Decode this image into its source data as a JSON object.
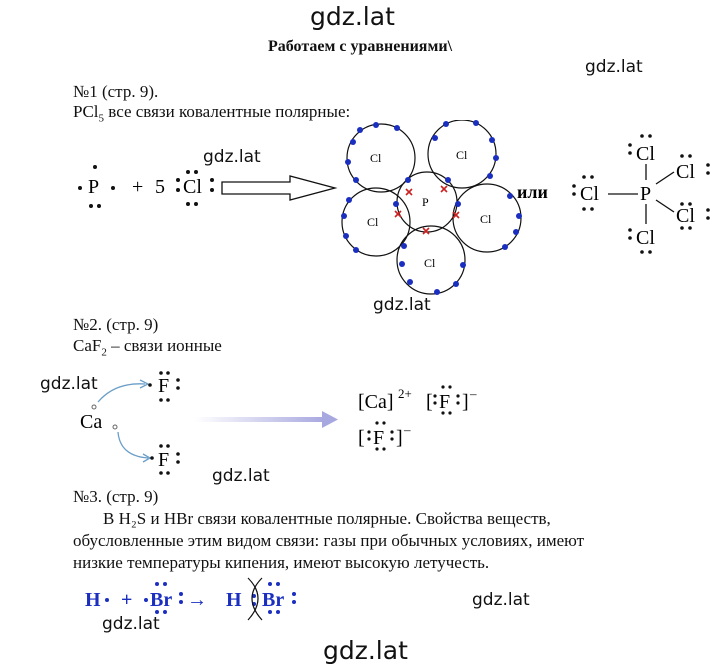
{
  "watermarks": {
    "top": "gdz.lat",
    "right_top": "gdz.lat",
    "eq1": "gdz.lat",
    "mid": "gdz.lat",
    "left_caf": "gdz.lat",
    "caf_bottom": "gdz.lat",
    "right_h": "gdz.lat",
    "left_bottom": "gdz.lat",
    "bottom": "gdz.lat"
  },
  "title": "Работаем с уравнениями\\",
  "task1": {
    "heading": "№1 (стр. 9).",
    "text_pre": "PCl",
    "text_sub": "5",
    "text_post": " все связи ковалентные полярные:",
    "eq": {
      "p": "P",
      "plus": "+",
      "coef": "5",
      "cl": "Cl",
      "center_atom": "P",
      "ring_atom": "Cl",
      "or": "или",
      "struct_p": "P",
      "struct_cl": "Cl"
    }
  },
  "task2": {
    "heading": "№2. (стр. 9)",
    "text_pre": "CaF",
    "text_sub": "2",
    "text_post": " – связи ионные",
    "eq": {
      "ca": "Ca",
      "f": "F",
      "ca_ion": "[Ca]",
      "ca_charge": "2+",
      "minus": "–"
    }
  },
  "task3": {
    "heading": "№3. (стр. 9)",
    "paragraph": "В H₂S и HBr связи ковалентные полярные. Свойства веществ, обусловленные этим видом связи: газы при обычных условиях, имеют низкие температуры кипения, имеют высокую летучесть.",
    "eq": {
      "h": "H",
      "plus": "+",
      "br": "Br",
      "arrow": "→"
    }
  },
  "colors": {
    "electron_blue": "#1a2fbf",
    "cross_red": "#cc2222",
    "arrow_lavender": "#a8a8e0",
    "hbr_blue": "#1a2fbf"
  }
}
